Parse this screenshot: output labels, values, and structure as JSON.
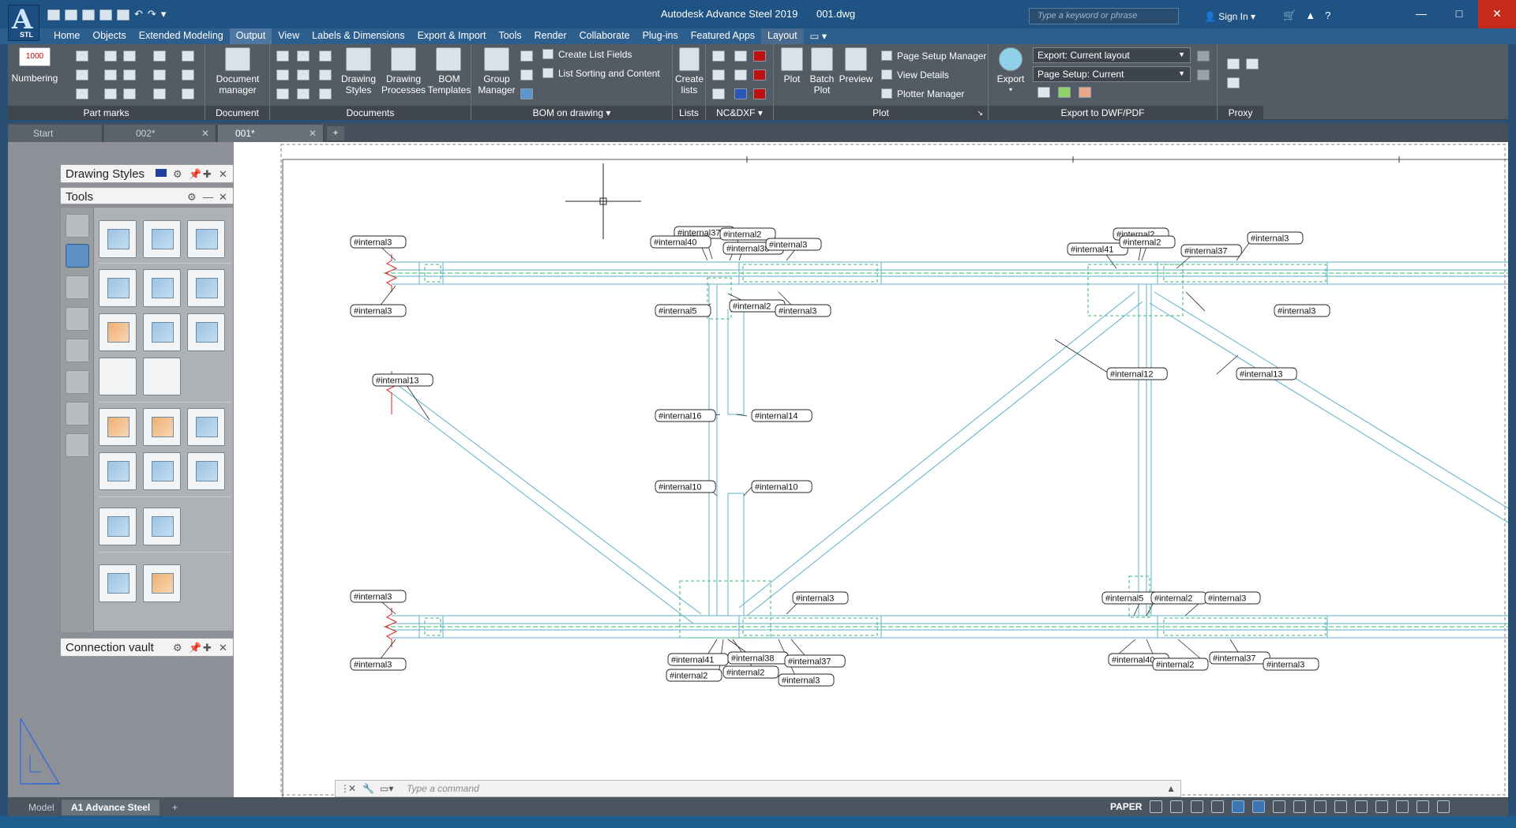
{
  "titlebar": {
    "app_logo": "A",
    "app_logo_sub": "STL",
    "app_name": "Autodesk Advance Steel 2019",
    "file_name": "001.dwg",
    "search_placeholder": "Type a keyword or phrase",
    "sign_in": "Sign In"
  },
  "menu_tabs": [
    {
      "label": "Home"
    },
    {
      "label": "Objects"
    },
    {
      "label": "Extended Modeling"
    },
    {
      "label": "Output"
    },
    {
      "label": "View"
    },
    {
      "label": "Labels & Dimensions"
    },
    {
      "label": "Export & Import"
    },
    {
      "label": "Tools"
    },
    {
      "label": "Render"
    },
    {
      "label": "Collaborate"
    },
    {
      "label": "Plug-ins"
    },
    {
      "label": "Featured Apps"
    },
    {
      "label": "Layout"
    }
  ],
  "ribbon": {
    "part_marks": {
      "title": "Part marks",
      "numbering": "Numbering",
      "numbering_icon_text": "1000"
    },
    "document_manager": {
      "title": "Document Manager",
      "button": "Document manager"
    },
    "documents": {
      "title": "Documents",
      "drawing_styles": "Drawing Styles",
      "drawing_processes": "Drawing Processes",
      "bom_templates": "BOM Templates"
    },
    "bom_on_drawing": {
      "title": "BOM on drawing",
      "group_manager": "Group Manager",
      "create_list_fields": "Create List Fields",
      "list_sorting": "List Sorting and Content"
    },
    "lists": {
      "title": "Lists",
      "create_lists": "Create lists"
    },
    "ncdxf": {
      "title": "NC&DXF"
    },
    "plot": {
      "title": "Plot",
      "plot": "Plot",
      "batch_plot": "Batch Plot",
      "preview": "Preview",
      "page_setup_manager": "Page Setup Manager",
      "view_details": "View Details",
      "plotter_manager": "Plotter Manager"
    },
    "export": {
      "title": "Export to DWF/PDF",
      "export": "Export",
      "export_dropdown": "Export: Current layout",
      "page_setup_dropdown": "Page Setup: Current"
    },
    "proxy": {
      "title": "Proxy"
    }
  },
  "doc_tabs": [
    {
      "label": "Start"
    },
    {
      "label": "002*"
    },
    {
      "label": "001*"
    }
  ],
  "palettes": {
    "drawing_styles": "Drawing Styles",
    "tools": "Tools",
    "connection_vault": "Connection vault"
  },
  "command_line": {
    "placeholder": "Type a command"
  },
  "layout_tabs": [
    {
      "label": "Model"
    },
    {
      "label": "A1 Advance Steel"
    }
  ],
  "status": {
    "paper": "PAPER"
  },
  "drawing_labels": [
    {
      "text": "#internal3"
    },
    {
      "text": "#internal3"
    },
    {
      "text": "#internal13"
    },
    {
      "text": "#internal37"
    },
    {
      "text": "#internal2"
    },
    {
      "text": "#internal40"
    },
    {
      "text": "#internal38"
    },
    {
      "text": "#internal3"
    },
    {
      "text": "#internal2"
    },
    {
      "text": "#internal3"
    },
    {
      "text": "#internal5"
    },
    {
      "text": "#internal16"
    },
    {
      "text": "#internal14"
    },
    {
      "text": "#internal10"
    },
    {
      "text": "#internal10"
    },
    {
      "text": "#internal2"
    },
    {
      "text": "#internal41"
    },
    {
      "text": "#internal2"
    },
    {
      "text": "#internal37"
    },
    {
      "text": "#internal3"
    },
    {
      "text": "#internal3"
    },
    {
      "text": "#internal12"
    },
    {
      "text": "#internal13"
    },
    {
      "text": "#internal3"
    },
    {
      "text": "#internal3"
    },
    {
      "text": "#internal3"
    },
    {
      "text": "#internal41"
    },
    {
      "text": "#internal2"
    },
    {
      "text": "#internal38"
    },
    {
      "text": "#internal2"
    },
    {
      "text": "#internal37"
    },
    {
      "text": "#internal3"
    },
    {
      "text": "#internal5"
    },
    {
      "text": "#internal2"
    },
    {
      "text": "#internal3"
    },
    {
      "text": "#internal40"
    },
    {
      "text": "#internal2"
    },
    {
      "text": "#internal37"
    },
    {
      "text": "#internal3"
    }
  ],
  "colors": {
    "beam_line": "#5fb0c8",
    "hidden_line": "#3cb371",
    "break_line": "#e02020"
  }
}
